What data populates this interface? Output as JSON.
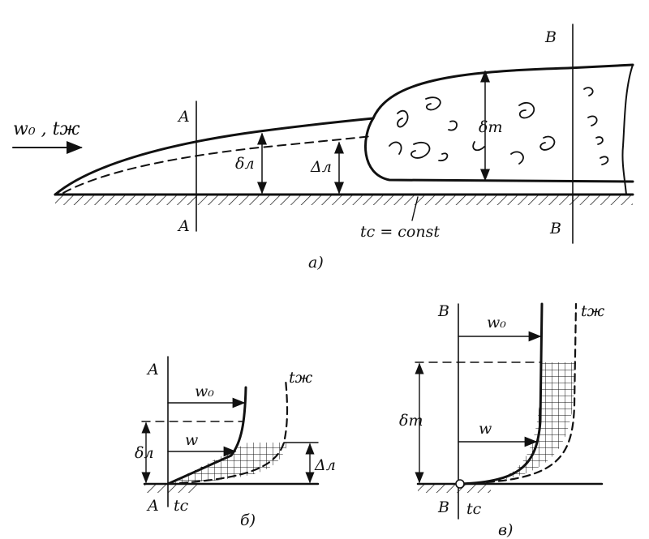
{
  "figure_a": {
    "flow_label": "w₀ , tж",
    "section_A_top": "A",
    "section_A_bottom": "A",
    "section_B_top": "B",
    "section_B_bottom": "B",
    "delta_laminar": "δл",
    "Delta_laminar": "Δл",
    "delta_turbulent": "δт",
    "wall_temp": "tс = const",
    "caption": "а)"
  },
  "figure_b": {
    "section_top": "A",
    "section_bottom": "A",
    "w0": "w₀",
    "w": "w",
    "t_fluid": "tж",
    "delta_laminar": "δл",
    "Delta_laminar": "Δл",
    "t_wall": "tс",
    "caption": "б)"
  },
  "figure_c": {
    "section_top": "B",
    "section_bottom": "B",
    "w0": "w₀",
    "w": "w",
    "t_fluid": "tж",
    "delta_turbulent": "δт",
    "t_wall": "tс",
    "caption": "в)"
  },
  "colors": {
    "ink": "#111111",
    "paper": "#ffffff"
  }
}
